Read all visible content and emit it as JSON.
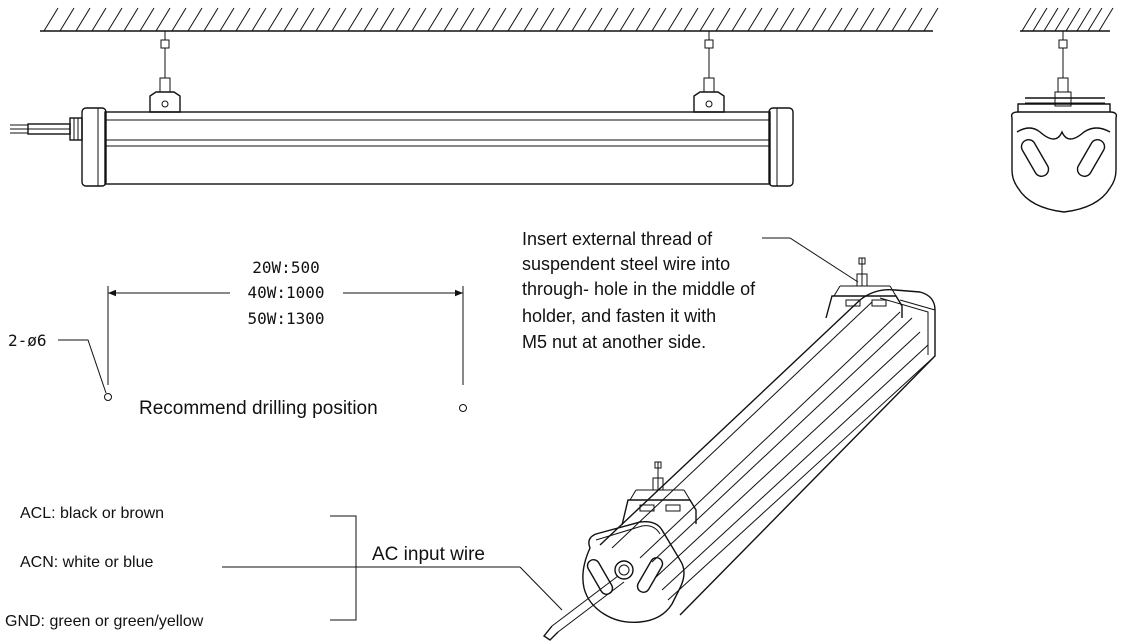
{
  "dimensions": {
    "line1": "20W:500",
    "line2": "40W:1000",
    "line3": "50W:1300"
  },
  "holes_label": "2-ø6",
  "drilling_label": "Recommend drilling  position",
  "instruction": {
    "line1": "Insert external thread of",
    "line2": "suspendent steel wire into",
    "line3": "through- hole in the middle of",
    "line4": "holder, and fasten it with",
    "line5": "M5 nut at another side."
  },
  "wires": {
    "acl": "ACL: black or brown",
    "acn": "ACN: white or blue",
    "gnd": "GND: green or green/yellow"
  },
  "ac_input_label": "AC input  wire"
}
